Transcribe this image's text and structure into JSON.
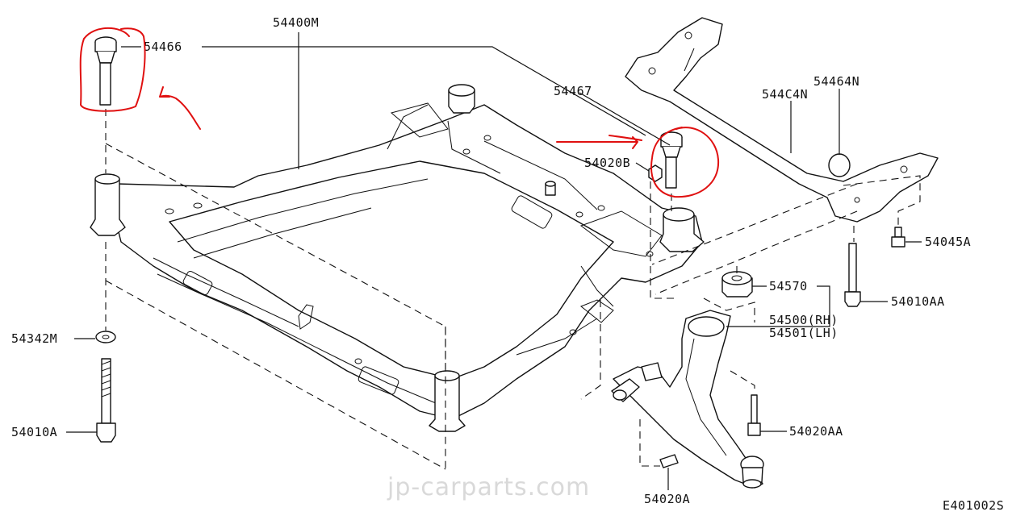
{
  "diagram": {
    "code": "E401002S",
    "watermark": "jp-carparts.com",
    "colors": {
      "line": "#111111",
      "annotation": "#e01010",
      "watermark": "#d9d9d9"
    },
    "labels": {
      "p54466": "54466",
      "p54400M": "54400M",
      "p54467": "54467",
      "p54464N": "54464N",
      "p544C4N": "544C4N",
      "p54020B": "54020B",
      "p54045A": "54045A",
      "p54570": "54570",
      "p54010AA": "54010AA",
      "p54500": "54500(RH)",
      "p54501": "54501(LH)",
      "p54342M": "54342M",
      "p54010A": "54010A",
      "p54020AA": "54020AA",
      "p54020A": "54020A"
    }
  }
}
